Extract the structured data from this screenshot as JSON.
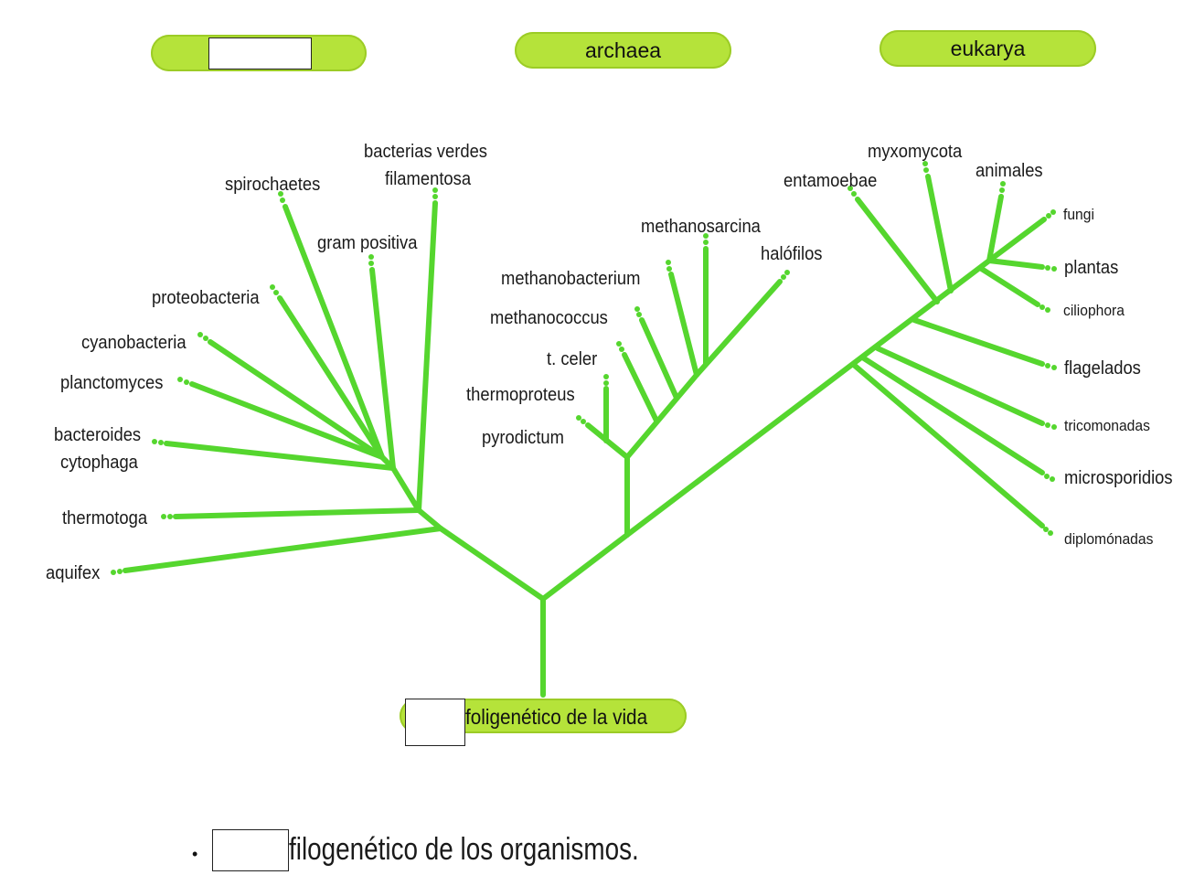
{
  "domains": {
    "bacteria_label": "",
    "archaea_label": "archaea",
    "eukarya_label": "eukarya"
  },
  "root": {
    "blank_value": "",
    "label": "foligenético de la vida"
  },
  "taxa": {
    "bacteria": [
      "spirochaetes",
      "bacterias verdes",
      "filamentosa",
      "gram positiva",
      "proteobacteria",
      "cyanobacteria",
      "planctomyces",
      "bacteroides",
      "cytophaga",
      "thermotoga",
      "aquifex"
    ],
    "archaea": [
      "methanosarcina",
      "halófilos",
      "methanobacterium",
      "methanococcus",
      "t. celer",
      "thermoproteus",
      "pyrodictum"
    ],
    "eukarya": [
      "myxomycota",
      "animales",
      "entamoebae",
      "fungi",
      "plantas",
      "ciliophora",
      "flagelados",
      "tricomonadas",
      "microsporidios",
      "diplomónadas"
    ]
  },
  "footer": {
    "bullet": "•",
    "blank_value": "",
    "text": "filogenético de los organismos."
  },
  "colors": {
    "branch": "#55d62e",
    "pill": "#b5e33a"
  }
}
